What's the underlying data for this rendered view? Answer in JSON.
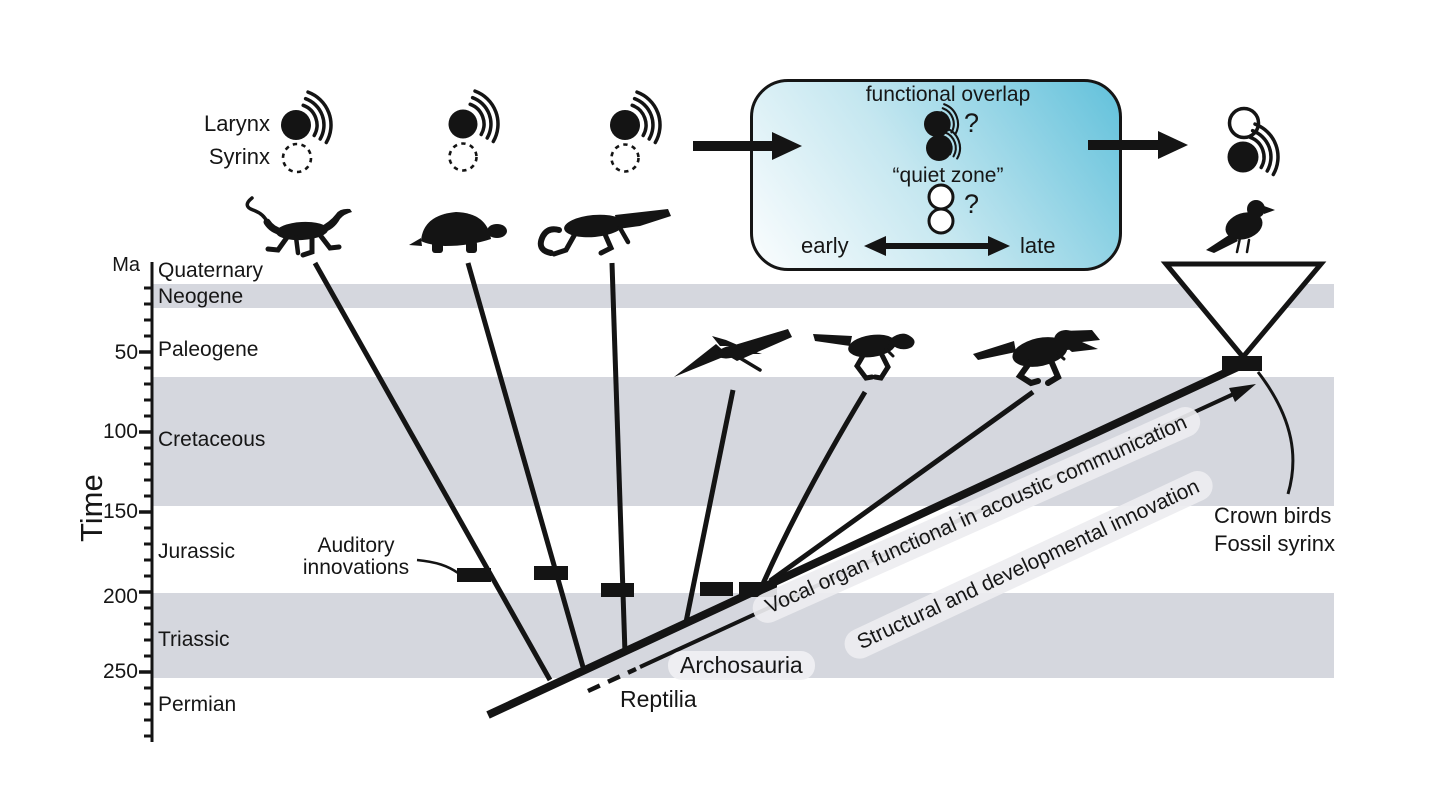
{
  "legend": {
    "larynx": "Larynx",
    "syrinx": "Syrinx"
  },
  "transition_box": {
    "title": "functional overlap",
    "overlap_question": "?",
    "quiet_zone": "“quiet zone”",
    "quiet_question": "?",
    "early": "early",
    "late": "late"
  },
  "timeline": {
    "unit": "Ma",
    "axis_title": "Time",
    "ticks": [
      "50",
      "100",
      "150",
      "200",
      "250"
    ],
    "periods": [
      "Quaternary",
      "Neogene",
      "Paleogene",
      "Cretaceous",
      "Jurassic",
      "Triassic",
      "Permian"
    ]
  },
  "tree": {
    "auditory_innovations": "Auditory innovations",
    "archosauria": "Archosauria",
    "reptilia": "Reptilia",
    "crown_birds": "Crown birds",
    "fossil_syrinx": "Fossil syrinx",
    "vocal_organ": "Vocal organ functional in acoustic communication",
    "structural": "Structural and developmental innovation"
  },
  "icons": {
    "animals": [
      "lizard-icon",
      "turtle-icon",
      "crocodile-icon",
      "pterosaur-icon",
      "theropod-icon",
      "tyrannosaur-icon",
      "bird-icon"
    ],
    "larynx_functional": "filled-circle-sound-waves-icon",
    "syrinx_absent": "dashed-circle-icon",
    "larynx_silent": "open-circle-icon"
  },
  "colors": {
    "band_gray": "#d5d7de",
    "box_gradient_light": "#fbfdfe",
    "box_gradient_dark": "#62c1db",
    "pill_bg": "#ededf0",
    "ink": "#161616"
  }
}
